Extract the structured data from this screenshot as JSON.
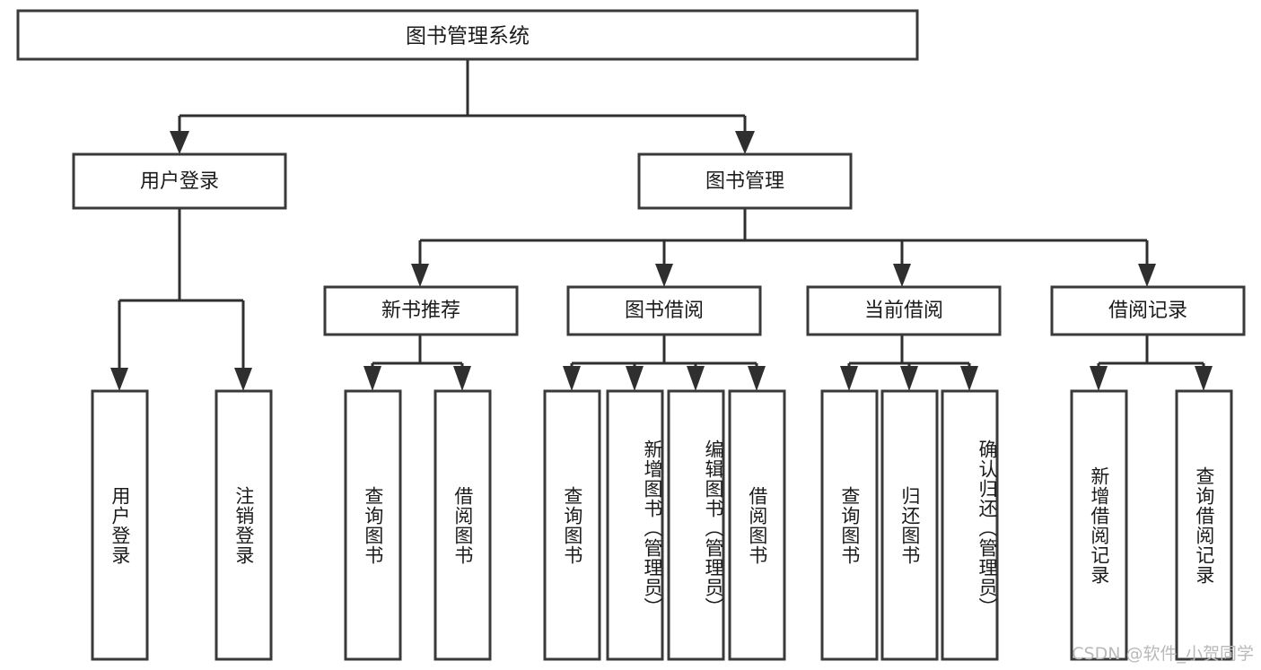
{
  "diagram": {
    "type": "tree",
    "title": "图书管理系统",
    "watermark": "CSDN @软件_小贺同学",
    "colors": {
      "background": "#ffffff",
      "box_stroke": "#3a3a3a",
      "box_fill": "#ffffff",
      "connector": "#2f2f2f",
      "text": "#1b1b1b",
      "watermark": "#b9b9b9"
    },
    "levels": {
      "root": {
        "label": "图书管理系统"
      },
      "level1": [
        {
          "label": "用户登录"
        },
        {
          "label": "图书管理"
        }
      ],
      "level2": [
        {
          "label": "新书推荐"
        },
        {
          "label": "图书借阅"
        },
        {
          "label": "当前借阅"
        },
        {
          "label": "借阅记录"
        }
      ],
      "leaves": {
        "user_login": [
          {
            "label": "用户登录"
          },
          {
            "label": "注销登录"
          }
        ],
        "new_book_recommend": [
          {
            "label": "查询图书"
          },
          {
            "label": "借阅图书"
          }
        ],
        "book_borrow": [
          {
            "label": "查询图书"
          },
          {
            "label": "新增图书（管理员）"
          },
          {
            "label": "编辑图书（管理员）"
          },
          {
            "label": "借阅图书"
          }
        ],
        "current_borrow": [
          {
            "label": "查询图书"
          },
          {
            "label": "归还图书"
          },
          {
            "label": "确认归还（管理员）"
          }
        ],
        "borrow_record": [
          {
            "label": "新增借阅记录"
          },
          {
            "label": "查询借阅记录"
          }
        ]
      }
    }
  }
}
